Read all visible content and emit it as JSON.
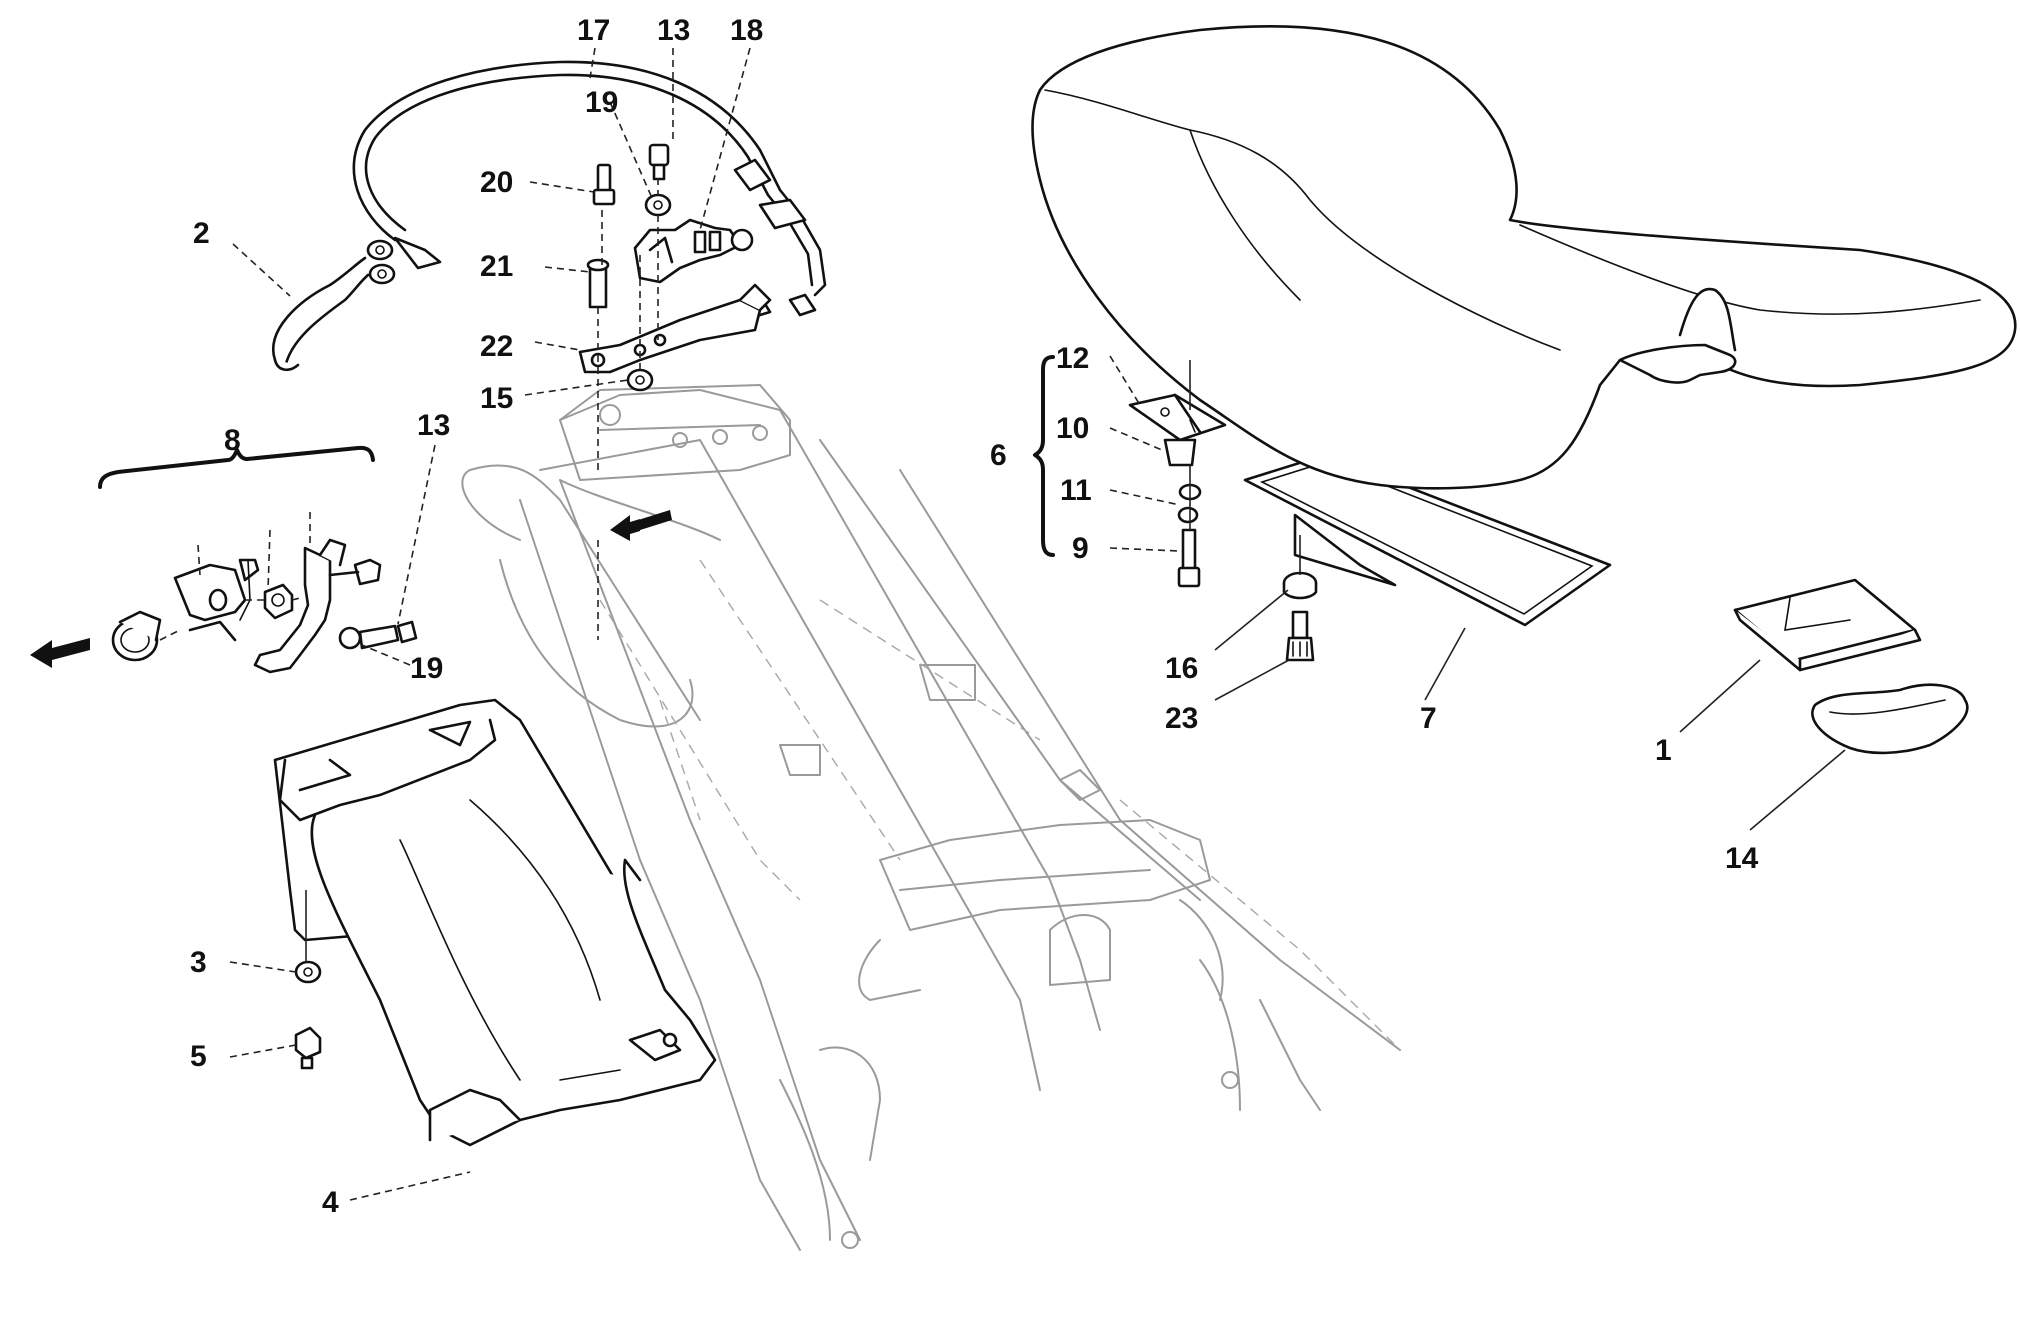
{
  "callouts": {
    "c1": "1",
    "c2": "2",
    "c3": "3",
    "c4": "4",
    "c5": "5",
    "c6": "6",
    "c7": "7",
    "c8": "8",
    "c9": "9",
    "c10": "10",
    "c11": "11",
    "c12": "12",
    "c13a": "13",
    "c13b": "13",
    "c14": "14",
    "c15": "15",
    "c16": "16",
    "c17": "17",
    "c18": "18",
    "c19a": "19",
    "c19b": "19",
    "c20": "20",
    "c21": "21",
    "c22": "22",
    "c23": "23"
  },
  "colors": {
    "line": "#111111",
    "frame": "#9a9a9a",
    "background": "#ffffff"
  }
}
